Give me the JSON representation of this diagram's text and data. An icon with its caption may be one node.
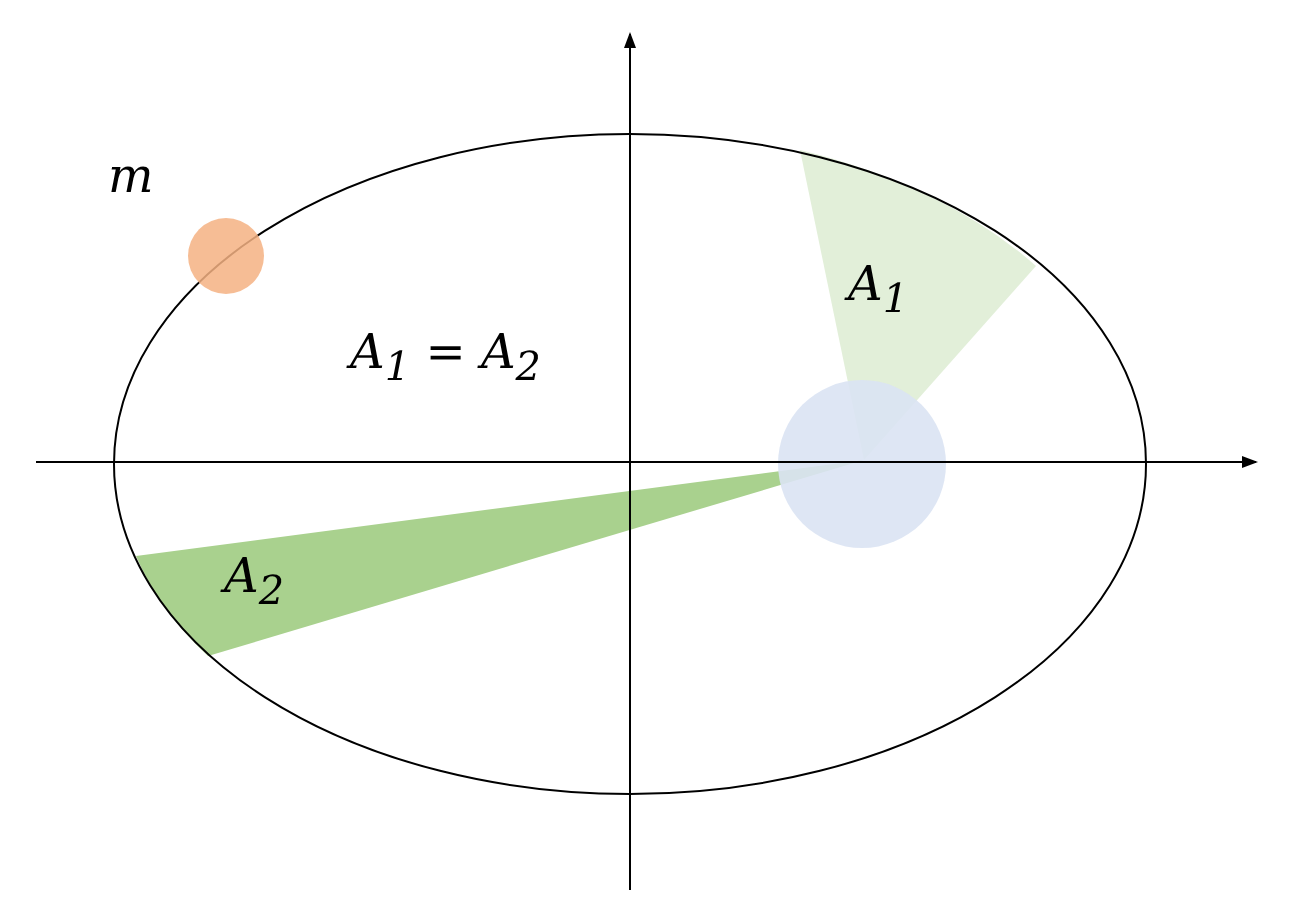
{
  "diagram": {
    "labels": [
      "m",
      "A$_{1}$",
      "A$_{1}$ = A$_{2}$",
      "A$_{2}$"
    ]
  }
}
